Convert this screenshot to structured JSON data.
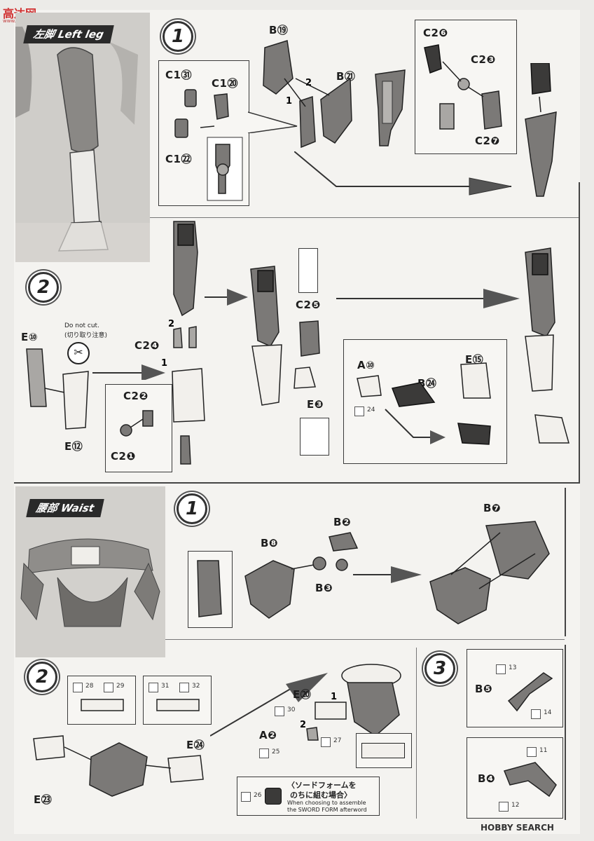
{
  "sections": {
    "left_leg": {
      "title_jp": "左脚",
      "title_en": "Left leg"
    },
    "waist": {
      "title_jp": "腰部",
      "title_en": "Waist"
    }
  },
  "steps": {
    "s1": "1",
    "s2": "2",
    "s3": "3"
  },
  "parts": {
    "b19": "B⑲",
    "b21": "B㉑",
    "c1_31": "C1㉛",
    "c1_20": "C1⑳",
    "c1_22": "C1㉒",
    "c2_6": "C2❻",
    "c2_3": "C2❸",
    "c2_7": "C2❼",
    "e10": "E⑩",
    "e12": "E⑫",
    "c2_4": "C2❹",
    "c2_2": "C2❷",
    "c2_1": "C2❶",
    "c2_5": "C2❺",
    "e3": "E❸",
    "a10": "A⑩",
    "b24": "B㉔",
    "e15": "E⑮",
    "b7": "B❼",
    "b2": "B❷",
    "b8": "B❽",
    "b3": "B❸",
    "e20": "E⑳",
    "a2": "A❷",
    "e24": "E㉔",
    "e23": "E㉓",
    "b5": "B❺",
    "b4": "B❹"
  },
  "notes": {
    "do_not_cut_en": "Do not cut.",
    "do_not_cut_jp": "(切り取り注意)",
    "sword_jp_1": "〈ソードフォームを",
    "sword_jp_2": "のちに組む場合〉",
    "sword_en_1": "When choosing to assemble",
    "sword_en_2": "the SWORD FORM afterword"
  },
  "tags": {
    "t24": "24",
    "t28": "28",
    "t29": "29",
    "t31": "31",
    "t32": "32",
    "t30": "30",
    "t27": "27",
    "t25": "25",
    "t26": "26",
    "t13": "13",
    "t14": "14",
    "t11": "11",
    "t12": "12"
  },
  "step_marks": {
    "one": "1",
    "two": "2"
  },
  "watermark_top": "高达网",
  "watermark_top_url": "www.gaoda.com",
  "watermark_bottom": "HOBBY SEARCH",
  "colors": {
    "ink": "#222222",
    "paper": "#f4f3f0",
    "dark_part": "#7b7977",
    "light_part": "#f2f0ec"
  }
}
